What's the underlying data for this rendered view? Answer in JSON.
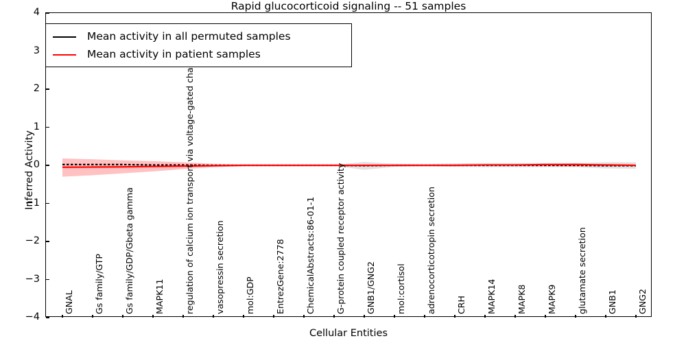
{
  "chart_data": {
    "type": "line",
    "title": "Rapid glucocorticoid signaling -- 51 samples",
    "xlabel": "Cellular Entities",
    "ylabel": "Inferred Activity",
    "ylim": [
      -4,
      4
    ],
    "yticks": [
      "4",
      "3",
      "2",
      "1",
      "0",
      "-1",
      "-2",
      "-3",
      "-4"
    ],
    "ytick_values": [
      4,
      3,
      2,
      1,
      0,
      -1,
      -2,
      -3,
      -4
    ],
    "grid": false,
    "legend_position": "upper left",
    "categories": [
      "GNAL",
      "Gs family/GTP",
      "Gs family/GDP/Gbeta gamma",
      "MAPK11",
      "regulation of calcium ion transport via voltage-gated channel",
      "vasopressin secretion",
      "mol:GDP",
      "EntrezGene:2778",
      "ChemicalAbstracts:86-01-1",
      "G-protein coupled receptor activity",
      "GNB1/GNG2",
      "mol:cortisol",
      "adrenocorticotropin secretion",
      "CRH",
      "MAPK14",
      "MAPK8",
      "MAPK9",
      "glutamate secretion",
      "GNB1",
      "GNG2"
    ],
    "series": [
      {
        "name": "Mean activity in all permuted samples",
        "color": "#000000",
        "style": "dotted-line",
        "values": [
          0.02,
          0.02,
          0.02,
          0.01,
          0.01,
          0.0,
          0.0,
          0.0,
          0.0,
          0.0,
          -0.01,
          0.0,
          0.0,
          0.0,
          0.0,
          0.0,
          0.0,
          0.0,
          -0.01,
          -0.01
        ],
        "band_lower": [
          0.02,
          0.02,
          0.02,
          0.01,
          0.01,
          0.0,
          0.0,
          0.0,
          0.0,
          -0.01,
          -0.12,
          -0.04,
          -0.02,
          -0.04,
          -0.05,
          -0.05,
          -0.05,
          -0.05,
          -0.08,
          -0.09
        ],
        "band_upper": [
          0.02,
          0.02,
          0.02,
          0.01,
          0.01,
          0.0,
          0.0,
          0.0,
          0.0,
          0.01,
          0.09,
          0.04,
          0.03,
          0.05,
          0.06,
          0.06,
          0.06,
          0.06,
          0.08,
          0.08
        ],
        "band_color": "#bfbfbf",
        "band_alpha": 0.45
      },
      {
        "name": "Mean activity in patient samples",
        "color": "#ff0000",
        "style": "solid-line",
        "values": [
          -0.05,
          -0.045,
          -0.04,
          -0.03,
          -0.02,
          -0.01,
          0.0,
          0.0,
          0.0,
          0.0,
          0.0,
          0.0,
          0.0,
          0.0,
          0.01,
          0.01,
          0.02,
          0.02,
          0.01,
          0.0
        ],
        "band_lower": [
          -0.3,
          -0.26,
          -0.21,
          -0.16,
          -0.1,
          -0.05,
          -0.02,
          -0.01,
          -0.01,
          -0.01,
          -0.01,
          -0.01,
          -0.01,
          -0.01,
          -0.01,
          -0.01,
          -0.02,
          -0.03,
          -0.02,
          -0.01
        ],
        "band_upper": [
          0.18,
          0.16,
          0.13,
          0.11,
          0.08,
          0.04,
          0.02,
          0.01,
          0.01,
          0.01,
          0.01,
          0.01,
          0.01,
          0.01,
          0.01,
          0.01,
          0.02,
          0.05,
          0.03,
          0.01
        ],
        "band_color": "#ff4d4d",
        "band_alpha": 0.35
      }
    ],
    "legend": [
      {
        "label": "Mean activity in all permuted samples",
        "color": "#000000"
      },
      {
        "label": "Mean activity in patient samples",
        "color": "#ff0000"
      }
    ]
  }
}
